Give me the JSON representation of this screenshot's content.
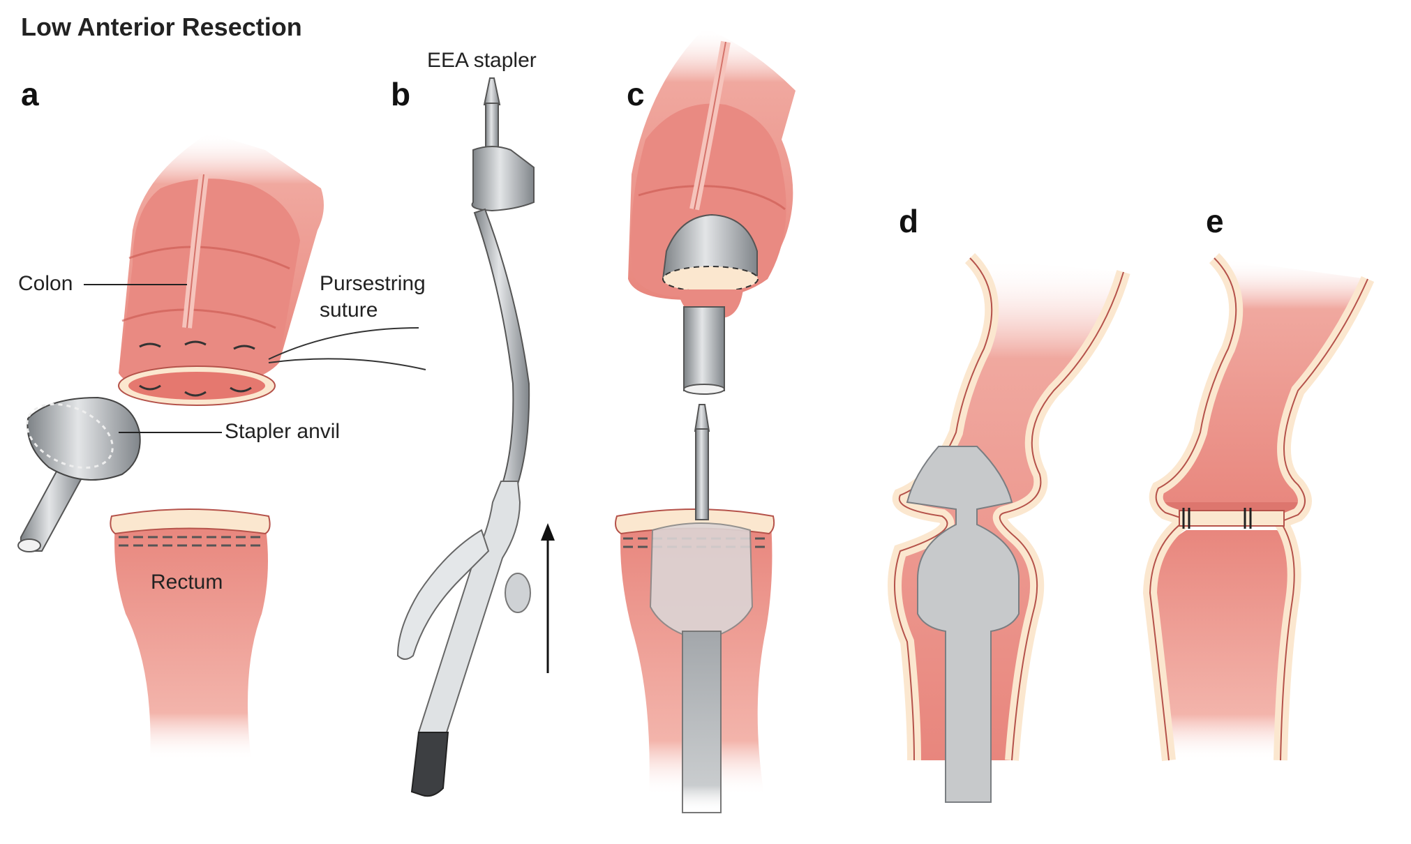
{
  "figure": {
    "title": "Low Anterior Resection",
    "panels": {
      "a": "a",
      "b": "b",
      "c": "c",
      "d": "d",
      "e": "e"
    },
    "labels": {
      "colon": "Colon",
      "pursestring_line1": "Pursestring",
      "pursestring_line2": "suture",
      "stapler_anvil": "Stapler anvil",
      "rectum": "Rectum",
      "eea_stapler": "EEA stapler"
    },
    "colors": {
      "tissue": "#e98a82",
      "tissue_dark": "#c9574f",
      "tissue_light": "#f6c4bc",
      "mucosa_rim": "#fbe7cf",
      "metal": "#b9bdc1",
      "metal_dark": "#6f7478",
      "instrument_grey": "#c7c9cb"
    }
  }
}
